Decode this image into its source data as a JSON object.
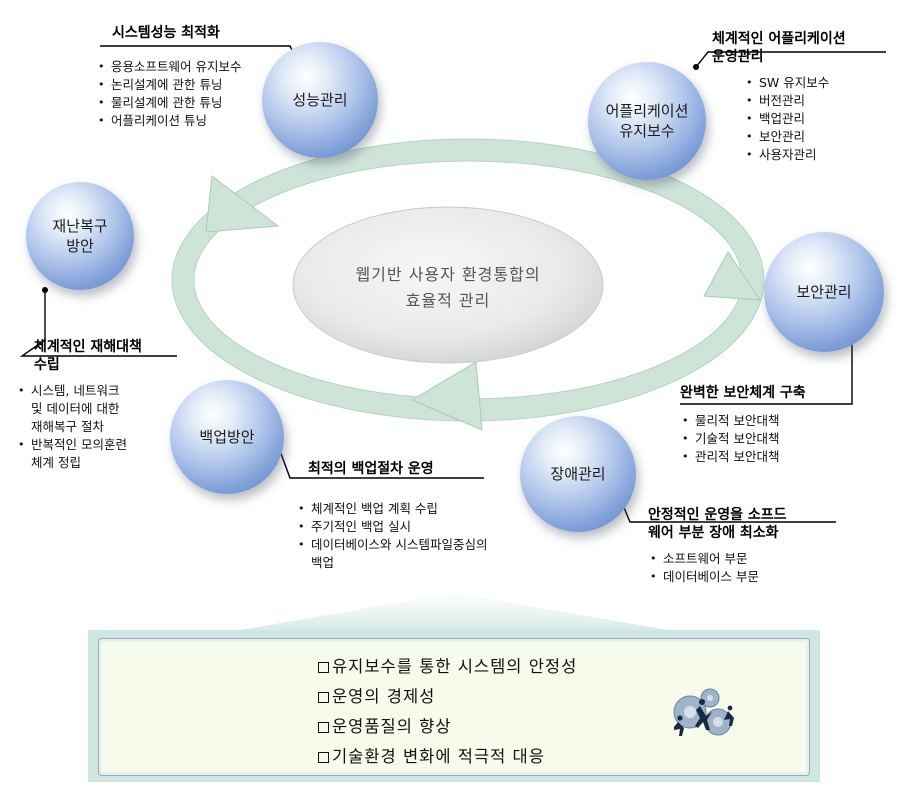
{
  "center": {
    "text": "웹기반 사용자 환경통합의\n효율적 관리"
  },
  "spheres": {
    "performance": "성능관리",
    "app_maintenance": "어플리케이션\n유지보수",
    "disaster": "재난복구\n방안",
    "security": "보안관리",
    "backup": "백업방안",
    "fault": "장애관리"
  },
  "blocks": {
    "performance": {
      "title": "시스템성능 최적화",
      "items": [
        "응용소프트웨어 유지보수",
        "논리설계에 관한 튜닝",
        "물리설계에 관한 튜닝",
        "어플리케이션 튜닝"
      ]
    },
    "app": {
      "title": "체계적인 어플리케이션\n운영관리",
      "items": [
        "SW 유지보수",
        "버전관리",
        "백업관리",
        "보안관리",
        "사용자관리"
      ]
    },
    "disaster": {
      "title": "체계적인 재해대책\n수립",
      "items": [
        "시스템, 네트워크\n및 데이터에 대한\n재해복구 절차",
        "반복적인 모의훈련\n체계 정립"
      ]
    },
    "security": {
      "title": "완벽한 보안체계 구축",
      "items": [
        "물리적 보안대책",
        "기술적 보안대책",
        "관리적 보안대책"
      ]
    },
    "backup": {
      "title": "최적의 백업절차  운영",
      "items": [
        "체계적인 백업 계획 수립",
        "주기적인 백업 실시",
        "데이터베이스와 시스템파일중심의\n백업"
      ]
    },
    "fault": {
      "title": "안정적인 운영을 소프드\n웨어 부분 장애 최소화",
      "items": [
        "소프트웨어 부문",
        "데이터베이스 부문"
      ]
    }
  },
  "summary": {
    "items": [
      "유지보수를 통한 시스템의 안정성",
      "운영의 경제성",
      "운영품질의 향상",
      "기술환경 변화에 적극적 대응"
    ],
    "icon": "gears-people-icon"
  },
  "colors": {
    "ring": "#cfe4d9",
    "ring_edge": "#a9cbb8",
    "panel": "#cfe6e2",
    "sphere": "#7f9fd8"
  }
}
